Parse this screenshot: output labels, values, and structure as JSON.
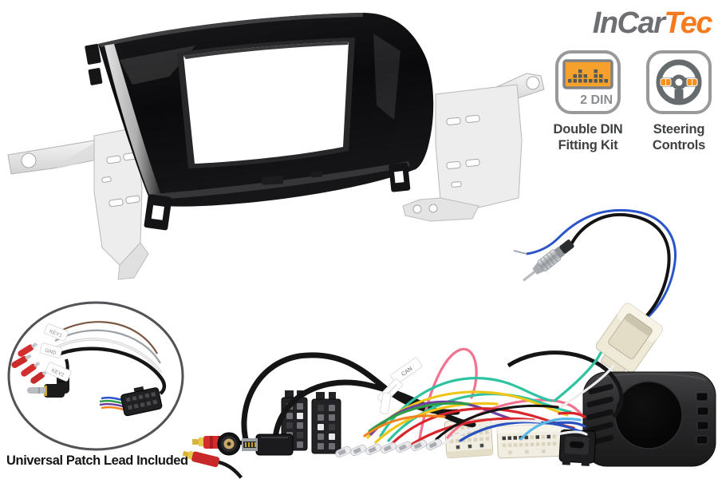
{
  "logo": {
    "in_car": "InCar",
    "tec": "Tec"
  },
  "features": {
    "double_din": {
      "badge": "2 DIN",
      "line1": "Double DIN",
      "line2": "Fitting Kit"
    },
    "steering": {
      "line1": "Steering",
      "line2": "Controls"
    }
  },
  "patch_lead": {
    "caption": "Universal Patch Lead Included",
    "tag1": "KEY1",
    "tag2": "GND",
    "tag3": "KEY2"
  },
  "harness": {
    "flag": "CAN"
  },
  "colors": {
    "logo_gray": "#6d6e71",
    "logo_orange": "#f47b20",
    "icon_gray": "#97999b",
    "icon_orange": "#f5a12b",
    "label_dark": "#3f4142",
    "background": "#ffffff"
  }
}
